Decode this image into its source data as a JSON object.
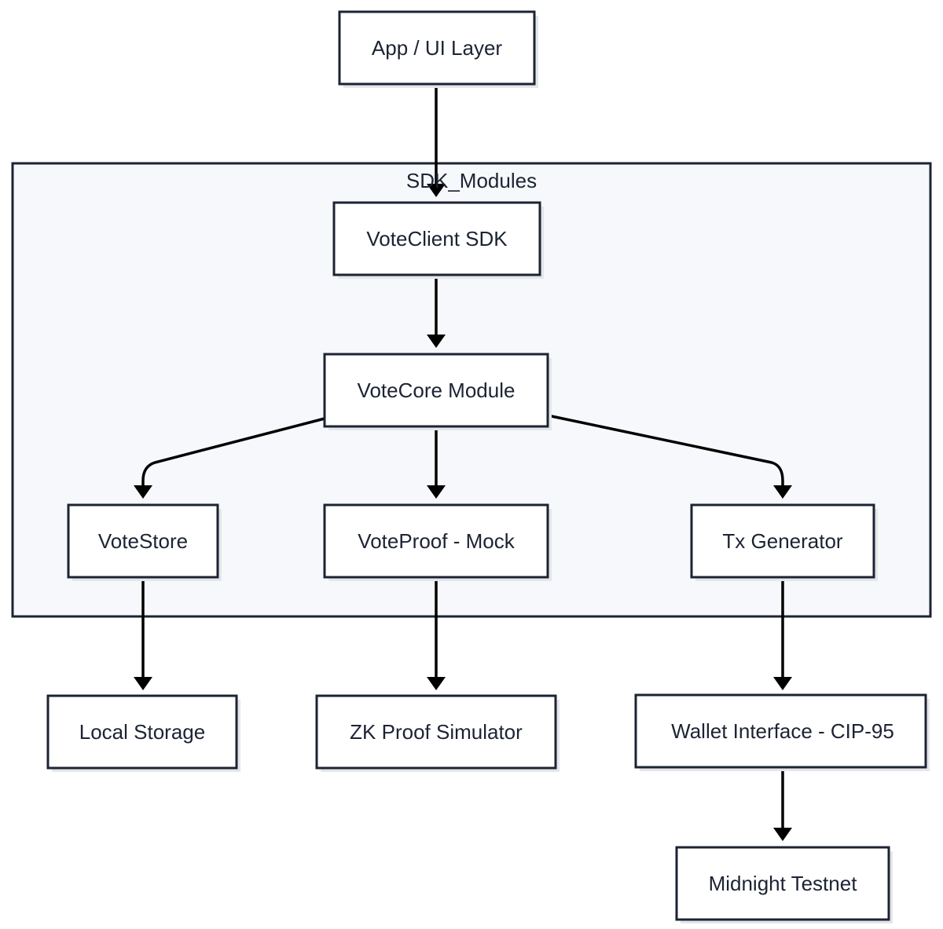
{
  "diagram": {
    "group": {
      "label": "SDK_Modules"
    },
    "nodes": {
      "app_ui": "App / UI Layer",
      "voteclient": "VoteClient SDK",
      "votecore": "VoteCore Module",
      "votestore": "VoteStore",
      "voteproof": "VoteProof - Mock",
      "txgen": "Tx Generator",
      "localstorage": "Local Storage",
      "zkproof": "ZK Proof Simulator",
      "wallet": "Wallet Interface - CIP-95",
      "testnet": "Midnight Testnet"
    },
    "edges": [
      {
        "from": "app_ui",
        "to": "voteclient"
      },
      {
        "from": "voteclient",
        "to": "votecore"
      },
      {
        "from": "votecore",
        "to": "votestore"
      },
      {
        "from": "votecore",
        "to": "voteproof"
      },
      {
        "from": "votecore",
        "to": "txgen"
      },
      {
        "from": "votestore",
        "to": "localstorage"
      },
      {
        "from": "voteproof",
        "to": "zkproof"
      },
      {
        "from": "txgen",
        "to": "wallet"
      },
      {
        "from": "wallet",
        "to": "testnet"
      }
    ],
    "colors": {
      "stroke": "#1c2333",
      "group_fill": "#f7f8fb",
      "node_fill": "#ffffff",
      "edge": "#000000"
    }
  }
}
